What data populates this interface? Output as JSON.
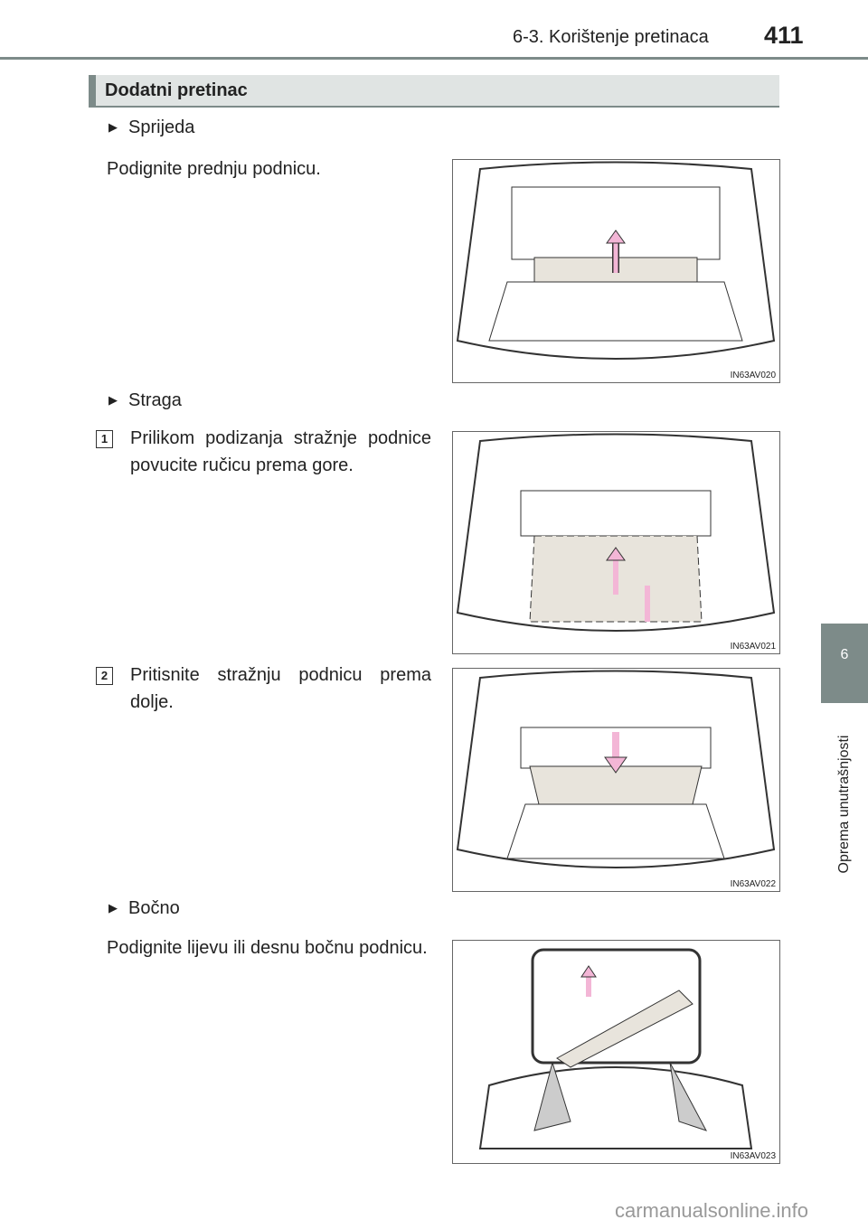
{
  "header": {
    "section": "6-3. Korištenje pretinaca",
    "page_number": "411"
  },
  "section_title": "Dodatni pretinac",
  "blocks": [
    {
      "bullet": "Sprijeda",
      "text": "Podignite prednju podnicu.",
      "figure": "IN63AV020"
    },
    {
      "bullet": "Straga",
      "steps": [
        {
          "num": "1",
          "text": "Prilikom podizanja stražnje podnice povucite ručicu prema gore.",
          "figure": "IN63AV021"
        },
        {
          "num": "2",
          "text": "Pritisnite stražnju podnicu prema dolje.",
          "figure": "IN63AV022"
        }
      ]
    },
    {
      "bullet": "Bočno",
      "text": "Podignite lijevu ili desnu bočnu podnicu.",
      "figure": "IN63AV023"
    }
  ],
  "side_tab": {
    "number": "6",
    "label": "Oprema unutrašnjosti"
  },
  "watermark": "carmanualsonline.info",
  "colors": {
    "accent": "#7d8b89",
    "arrow": "#f3b6d6"
  }
}
